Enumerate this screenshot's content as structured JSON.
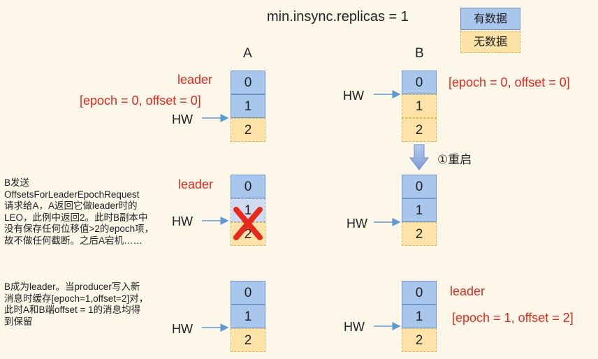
{
  "header": {
    "title": "min.insync.replicas = 1"
  },
  "legend": {
    "has_data": "有数据",
    "no_data": "无数据"
  },
  "columns": {
    "a": "A",
    "b": "B"
  },
  "labels": {
    "leader": "leader",
    "hw": "HW",
    "epoch0": "[epoch = 0, offset = 0]",
    "epoch1": "[epoch = 1, offset = 2]",
    "restart": "①重启"
  },
  "offsets": [
    "0",
    "1",
    "2"
  ],
  "notes": {
    "step2": [
      "B发送",
      "OffsetsForLeaderEpochRequest",
      "请求给A，A返回它做leader时的",
      "LEO，此例中返回2。此时B副本中",
      "没有保存任何位移值>2的epoch项，",
      "故不做任何截断。之后A宕机……"
    ],
    "step3": [
      "B成为leader。当producer写入新",
      "消息时缓存[epoch=1,offset=2]对，",
      "此时A和B端offset = 1的消息均得",
      "到保留"
    ]
  },
  "colors": {
    "has": "#a9c6ec",
    "none": "#fde3a7",
    "red": "#e8281c",
    "arrow": "#5b9bd5"
  }
}
